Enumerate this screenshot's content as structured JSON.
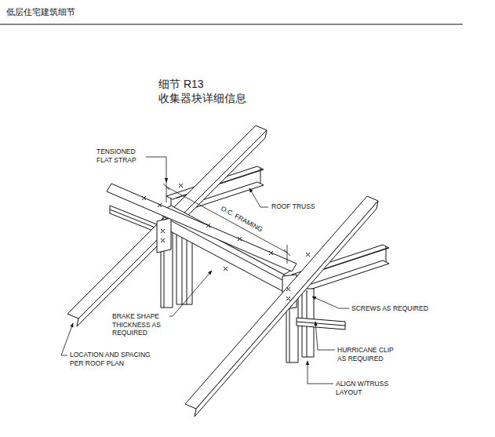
{
  "diagram": {
    "title": "细节 R13 收集器块详细信息",
    "labels": [
      "低层住宅建筑细节",
      "TENSIONED FLAT STRAP",
      "ROOF TRUSS",
      "O.C. FRAMING",
      "SCREWS AS REQUIRED",
      "BRAKE SHAPE THICKNESS AS REQUIRED",
      "HURRICANE CLIP AS REQUIRED",
      "ALIGN W/TRUSS LAYOUT",
      "LOCATION AND SPACING PER ROOF PLAN"
    ]
  }
}
